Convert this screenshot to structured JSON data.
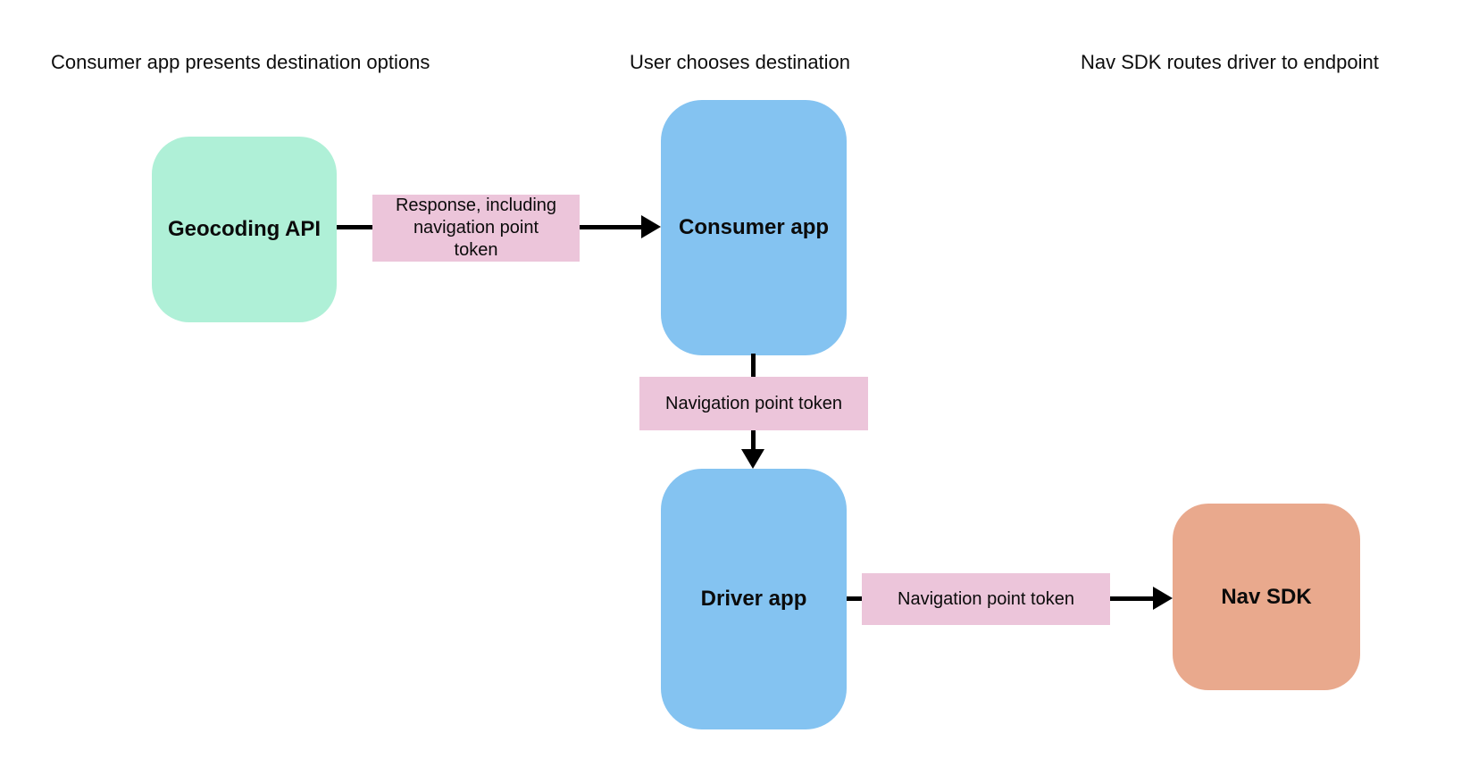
{
  "diagram": {
    "column_headers": [
      {
        "label": "Consumer app presents destination options"
      },
      {
        "label": "User chooses destination"
      },
      {
        "label": "Nav SDK routes driver to endpoint"
      }
    ],
    "nodes": [
      {
        "id": "geocoding-api",
        "label": "Geocoding API",
        "color": "#aff0d7"
      },
      {
        "id": "consumer-app",
        "label": "Consumer app",
        "color": "#84c3f1"
      },
      {
        "id": "driver-app",
        "label": "Driver app",
        "color": "#84c3f1"
      },
      {
        "id": "nav-sdk",
        "label": "Nav SDK",
        "color": "#e9a98d"
      }
    ],
    "edges": [
      {
        "from": "geocoding-api",
        "to": "consumer-app",
        "label": "Response, including\nnavigation point\ntoken",
        "label_color": "#ecc5da"
      },
      {
        "from": "consumer-app",
        "to": "driver-app",
        "label": "Navigation point token",
        "label_color": "#ecc5da"
      },
      {
        "from": "driver-app",
        "to": "nav-sdk",
        "label": "Navigation point token",
        "label_color": "#ecc5da"
      }
    ],
    "palette": {
      "background": "#ffffff",
      "arrow": "#000000",
      "text": "#0b0b0b"
    }
  }
}
